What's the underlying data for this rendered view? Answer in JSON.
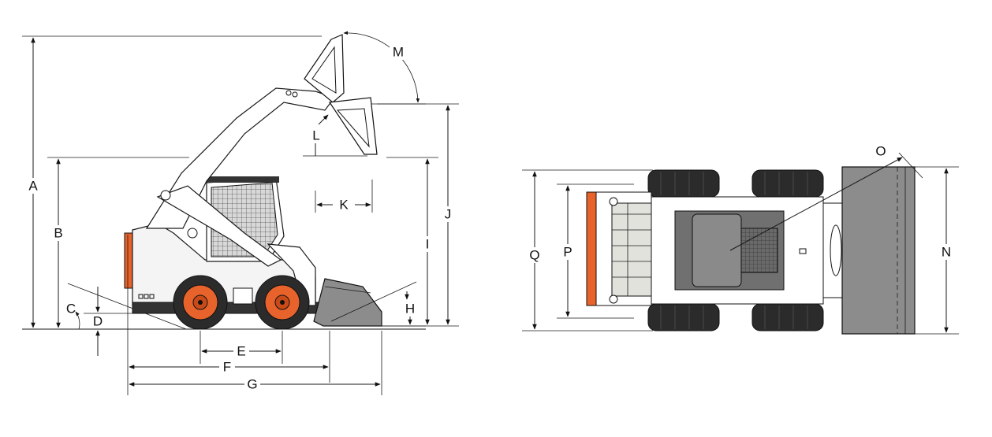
{
  "colors": {
    "accent_orange": "#e8632b",
    "tire_dark": "#2b2b2b",
    "bucket_gray": "#8c8c8c",
    "cab_gray": "#707070",
    "line": "#1a1a1a"
  },
  "side_view": {
    "labels": {
      "A": "A",
      "B": "B",
      "C": "C",
      "D": "D",
      "E": "E",
      "F": "F",
      "G": "G",
      "H": "H",
      "I": "I",
      "J": "J",
      "K": "K",
      "L": "L",
      "M": "M"
    }
  },
  "top_view": {
    "labels": {
      "N": "N",
      "O": "O",
      "P": "P",
      "Q": "Q"
    }
  }
}
